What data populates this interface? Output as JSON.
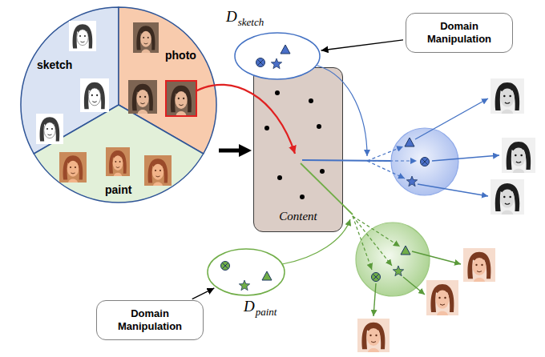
{
  "diagram": {
    "nodes": [
      {
        "text": [
          "sketch"
        ]
      },
      {
        "text": [
          "photo"
        ]
      },
      {
        "text": [
          "paint"
        ]
      },
      {
        "text": [
          "Content"
        ]
      },
      {
        "text": [
          "D",
          "sketch"
        ]
      },
      {
        "text": [
          "Domain Manipulation"
        ]
      },
      {
        "text": [
          "Domain Manipulation"
        ]
      },
      {
        "text": [
          "D",
          "paint"
        ]
      }
    ],
    "edges": [
      {
        "from": 1,
        "to": 3,
        "arrow": "to"
      },
      {
        "from": 5,
        "to": 4,
        "arrow": "to"
      },
      {
        "from": 6,
        "to": 7,
        "arrow": "to"
      }
    ]
  }
}
